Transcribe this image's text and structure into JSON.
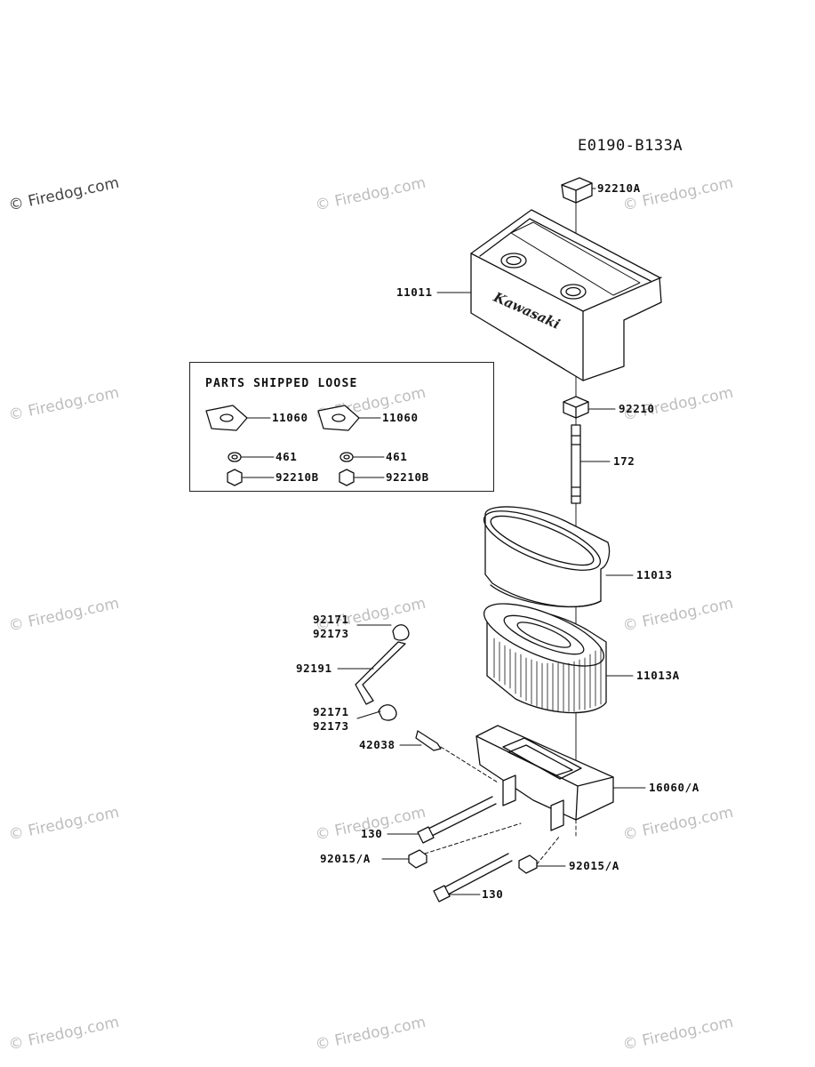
{
  "diagram_code": "E0190-B133A",
  "watermark": "© Firedog.com",
  "loose_parts_box": {
    "title": "PARTS SHIPPED LOOSE",
    "labels": [
      "11060",
      "11060",
      "461",
      "461",
      "92210B",
      "92210B"
    ]
  },
  "callouts": {
    "c_92210A": "92210A",
    "c_11011": "11011",
    "c_92210": "92210",
    "c_172": "172",
    "c_11013": "11013",
    "c_92171_top": "92171",
    "c_92173_top": "92173",
    "c_11013A": "11013A",
    "c_92191": "92191",
    "c_92171_bot": "92171",
    "c_92173_bot": "92173",
    "c_42038": "42038",
    "c_16060A": "16060/A",
    "c_130_a": "130",
    "c_92015A_left": "92015/A",
    "c_92015A_right": "92015/A",
    "c_130_b": "130"
  },
  "cover_logo": "Kawasaki"
}
